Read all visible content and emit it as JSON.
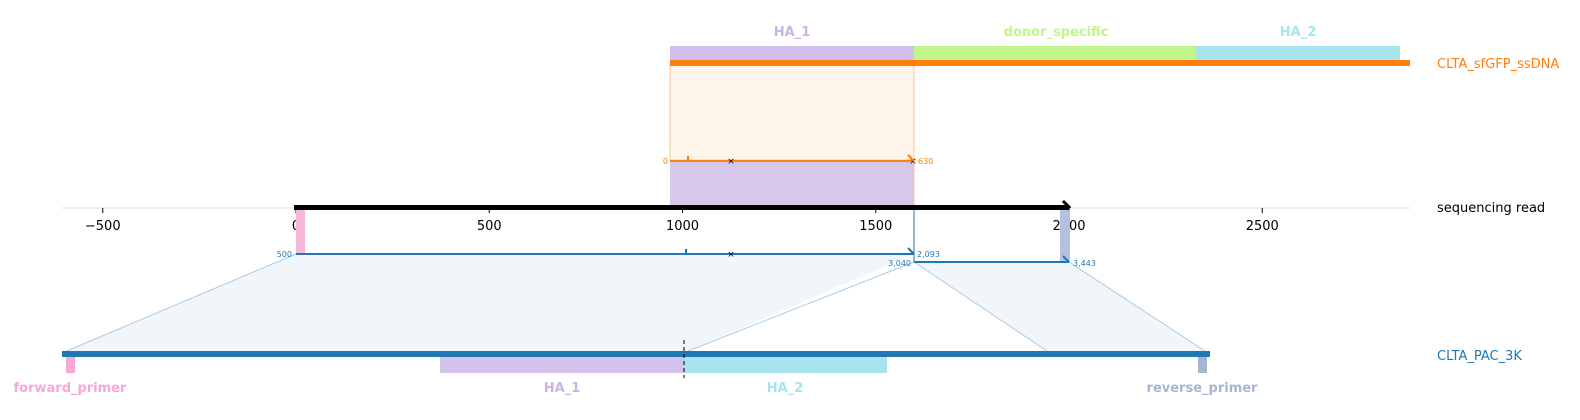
{
  "axis": {
    "ticks": [
      -500,
      0,
      500,
      1000,
      1500,
      2000,
      2500
    ],
    "read_start": 0,
    "read_end": 2000
  },
  "tracks": {
    "donor": {
      "name": "CLTA_sfGFP_ssDNA",
      "color": "#ff7f0e"
    },
    "read": {
      "name": "sequencing read",
      "color": "#000000"
    },
    "reference": {
      "name": "CLTA_PAC_3K",
      "color": "#1f77b4"
    }
  },
  "donor_features": [
    {
      "name": "HA_1",
      "color": "#c9b3e6"
    },
    {
      "name": "donor_specific",
      "color": "#bff68a"
    },
    {
      "name": "HA_2",
      "color": "#a8e4ee"
    }
  ],
  "reference_features": [
    {
      "name": "forward_primer",
      "color": "#f7a8d8"
    },
    {
      "name": "HA_1",
      "color": "#c9b3e6"
    },
    {
      "name": "HA_2",
      "color": "#a8e4ee"
    },
    {
      "name": "reverse_primer",
      "color": "#a7b5d4"
    }
  ],
  "alignments": {
    "donor": {
      "q_start": "0",
      "q_end": "630"
    },
    "reference_1": {
      "q_start": "500",
      "q_end": "2,093"
    },
    "reference_2": {
      "q_start": "3,040",
      "q_end": "3,443"
    }
  }
}
